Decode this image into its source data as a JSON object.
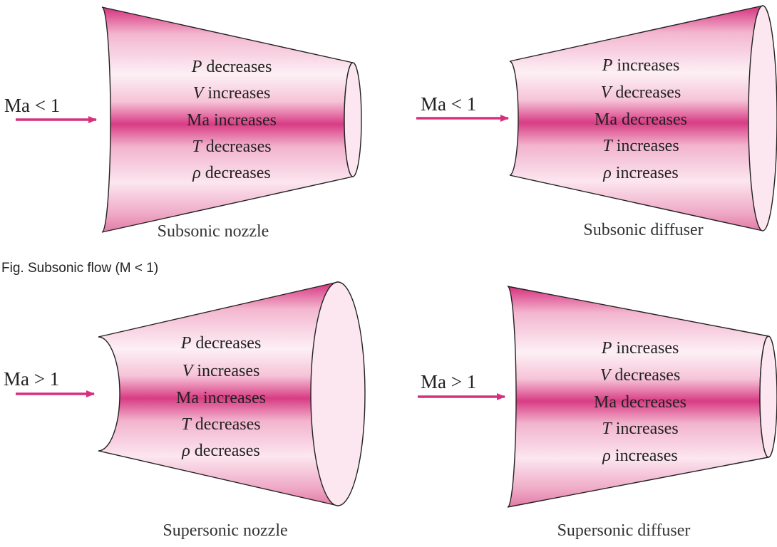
{
  "figure_caption": "Fig. Subsonic flow (M < 1)",
  "colors": {
    "magenta": "#d62f7d",
    "shadow": "#c8327a",
    "light": "#fce6ef",
    "outline": "#222222"
  },
  "panels": [
    {
      "id": "subsonic-nozzle",
      "inlet_label": "Ma < 1",
      "caption": "Subsonic nozzle",
      "lines": [
        {
          "sym": "P",
          "rest": " decreases"
        },
        {
          "sym": "V",
          "rest": " increases"
        },
        {
          "sym": "",
          "rest": "Ma increases"
        },
        {
          "sym": "T",
          "rest": " decreases"
        },
        {
          "sym": "ρ",
          "rest": " decreases"
        }
      ]
    },
    {
      "id": "subsonic-diffuser",
      "inlet_label": "Ma < 1",
      "caption": "Subsonic diffuser",
      "lines": [
        {
          "sym": "P",
          "rest": " increases"
        },
        {
          "sym": "V",
          "rest": " decreases"
        },
        {
          "sym": "",
          "rest": "Ma decreases"
        },
        {
          "sym": "T",
          "rest": " increases"
        },
        {
          "sym": "ρ",
          "rest": " increases"
        }
      ]
    },
    {
      "id": "supersonic-nozzle",
      "inlet_label": "Ma > 1",
      "caption": "Supersonic nozzle",
      "lines": [
        {
          "sym": "P",
          "rest": " decreases"
        },
        {
          "sym": "V",
          "rest": " increases"
        },
        {
          "sym": "",
          "rest": "Ma increases"
        },
        {
          "sym": "T",
          "rest": " decreases"
        },
        {
          "sym": "ρ",
          "rest": " decreases"
        }
      ]
    },
    {
      "id": "supersonic-diffuser",
      "inlet_label": "Ma > 1",
      "caption": "Supersonic diffuser",
      "lines": [
        {
          "sym": "P",
          "rest": " increases"
        },
        {
          "sym": "V",
          "rest": " decreases"
        },
        {
          "sym": "",
          "rest": "Ma decreases"
        },
        {
          "sym": "T",
          "rest": " increases"
        },
        {
          "sym": "ρ",
          "rest": " increases"
        }
      ]
    }
  ]
}
